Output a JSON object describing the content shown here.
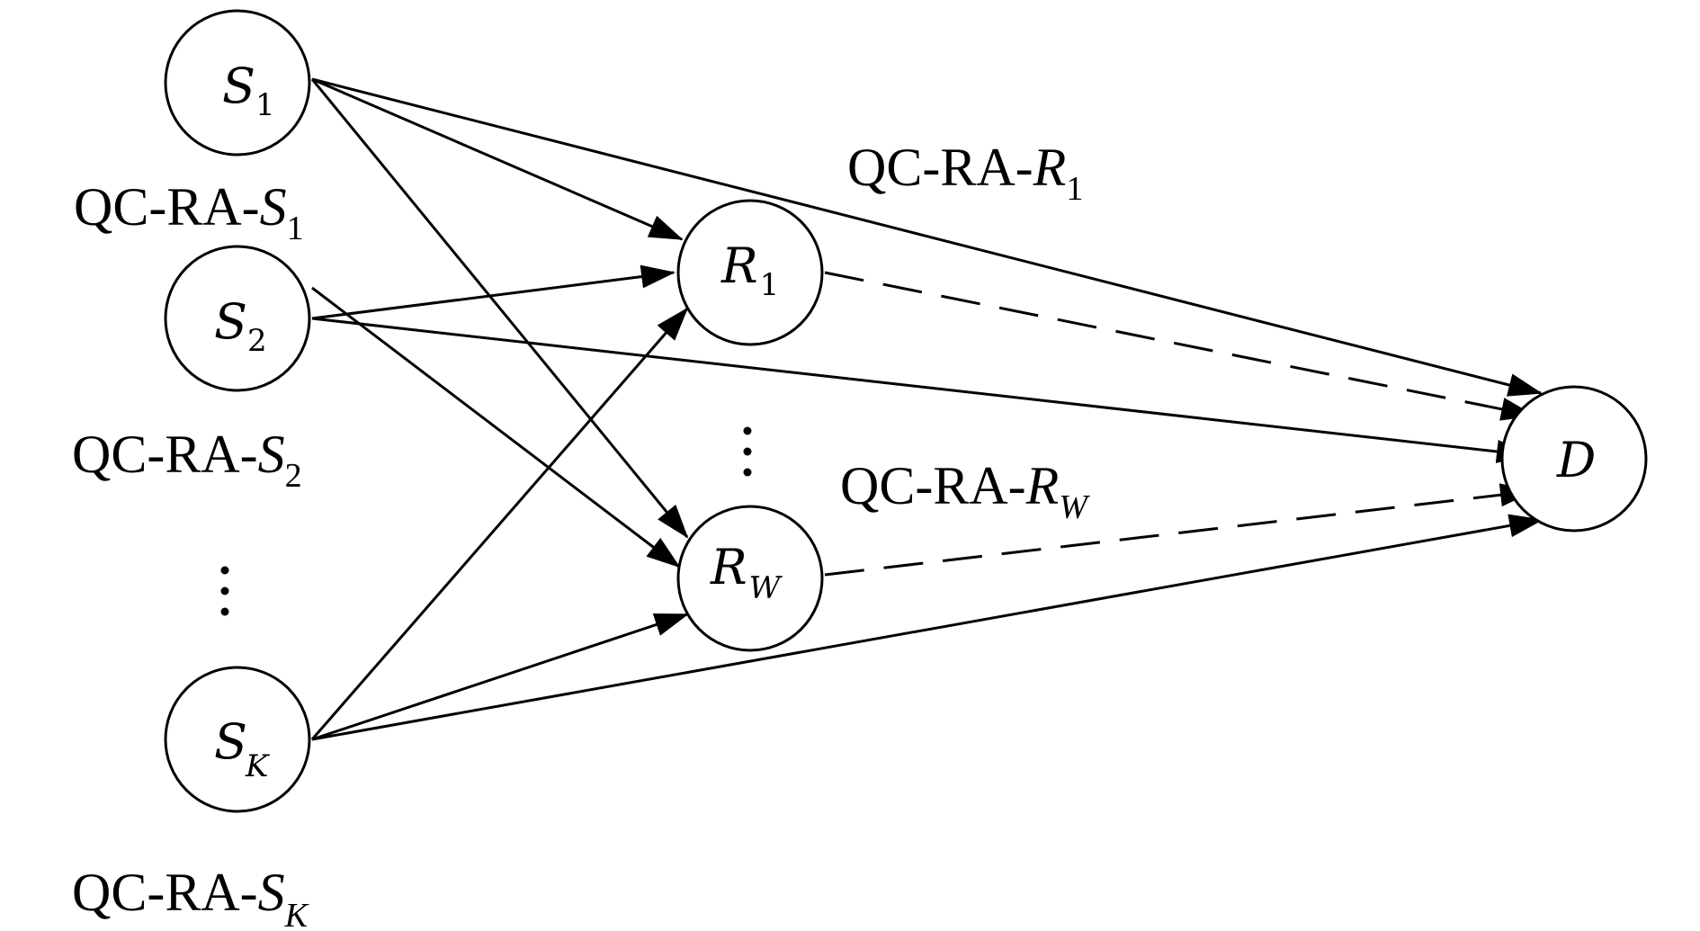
{
  "nodes": {
    "s1": {
      "name": "S",
      "sub": "1"
    },
    "s2": {
      "name": "S",
      "sub": "2"
    },
    "sk": {
      "name": "S",
      "sub": "K"
    },
    "r1": {
      "name": "R",
      "sub": "1"
    },
    "rw": {
      "name": "R",
      "sub": "W"
    },
    "d": {
      "name": "D"
    }
  },
  "annotations": {
    "s1": {
      "prefix": "QC-RA-",
      "var": "S",
      "sub": "1"
    },
    "s2": {
      "prefix": "QC-RA-",
      "var": "S",
      "sub": "2"
    },
    "sk": {
      "prefix": "QC-RA-",
      "var": "S",
      "sub": "K"
    },
    "r1": {
      "prefix": "QC-RA-",
      "var": "R",
      "sub": "1"
    },
    "rw": {
      "prefix": "QC-RA-",
      "var": "R",
      "sub": "W"
    }
  },
  "edges": [
    {
      "from": "S1",
      "to": "D",
      "style": "solid"
    },
    {
      "from": "S1",
      "to": "R1",
      "style": "solid"
    },
    {
      "from": "S1",
      "to": "RW",
      "style": "solid"
    },
    {
      "from": "S2",
      "to": "R1",
      "style": "solid"
    },
    {
      "from": "S2",
      "to": "RW",
      "style": "solid"
    },
    {
      "from": "S2",
      "to": "D",
      "style": "solid"
    },
    {
      "from": "SK",
      "to": "R1",
      "style": "solid"
    },
    {
      "from": "SK",
      "to": "RW",
      "style": "solid"
    },
    {
      "from": "SK",
      "to": "D",
      "style": "solid"
    },
    {
      "from": "R1",
      "to": "D",
      "style": "dashed"
    },
    {
      "from": "RW",
      "to": "D",
      "style": "dashed"
    }
  ]
}
